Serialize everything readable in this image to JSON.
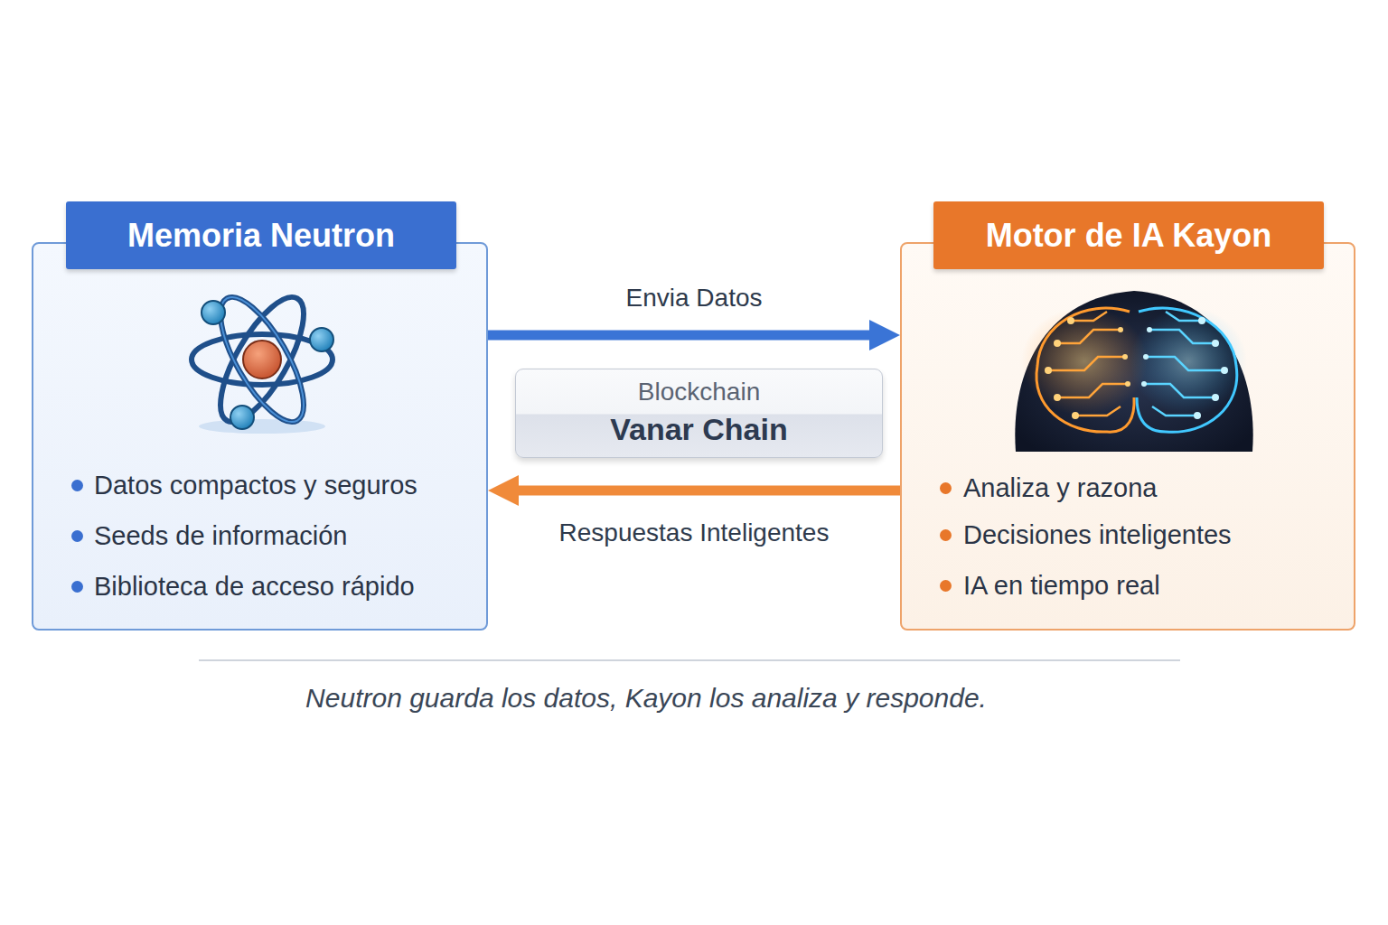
{
  "diagram": {
    "caption": "Neutron guarda los datos, Kayon los analiza y responde.",
    "nodes": [
      {
        "text": [
          "Memoria Neutron",
          "Datos compactos y seguros",
          "Seeds de información",
          "Biblioteca de acceso rápido"
        ]
      },
      {
        "text": [
          "Blockchain",
          "Vanar Chain"
        ]
      },
      {
        "text": [
          "Motor de IA Kayon",
          "Analiza y razona",
          "Decisiones inteligentes",
          "IA en tiempo real"
        ]
      }
    ],
    "edges": [
      {
        "from": 0,
        "to": 2,
        "arrow": "to",
        "label": "Envia Datos"
      },
      {
        "from": 2,
        "to": 0,
        "arrow": "to",
        "label": "Respuestas Inteligentes"
      }
    ]
  }
}
